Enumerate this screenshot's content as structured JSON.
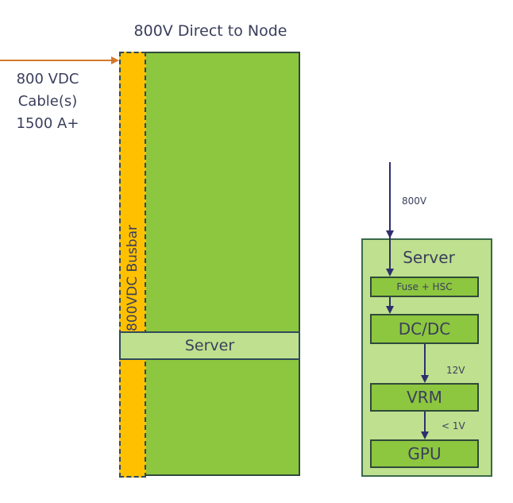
{
  "left_diagram": {
    "title": "800V Direct to Node",
    "cable_label_lines": [
      "800 VDC",
      "Cable(s)",
      "1500 A+"
    ],
    "busbar_label": "800VDC Busbar",
    "server_label": "Server"
  },
  "right_diagram": {
    "input_voltage": "800V",
    "server_title": "Server",
    "blocks": [
      "Fuse + HSC",
      "DC/DC",
      "VRM",
      "GPU"
    ],
    "stage_voltages": [
      "12V",
      "< 1V"
    ]
  },
  "colors": {
    "rack_green": "#8dc63f",
    "server_light_green": "#bfe08e",
    "busbar_orange": "#ffc000",
    "cable_arrow": "#d4782a",
    "flow_arrow": "#2e2e6e",
    "text": "#3a3f5c"
  }
}
